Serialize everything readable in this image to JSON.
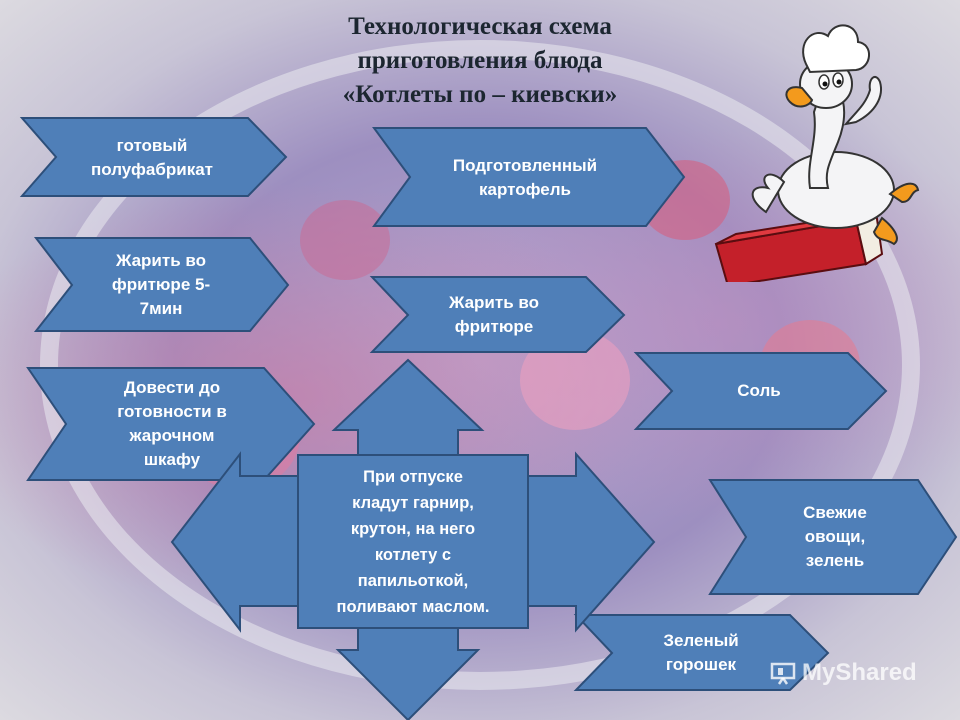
{
  "title": {
    "line1": "Технологическая схема",
    "line2": "приготовления блюда",
    "line3": "«Котлеты по – киевски»"
  },
  "colors": {
    "shape_fill": "#4f7fb8",
    "shape_stroke": "#2d4f7a",
    "text": "#ffffff",
    "title": "#1c2630"
  },
  "blocks": {
    "semi_product": "готовый\nполуфабрикат",
    "fry_deep_5_7": "Жарить во\nфритюре 5-\n7мин",
    "finish_oven": "Довести до\nготовности в\nжарочном\nшкафу",
    "prepared_potato": "Подготовленный\nкартофель",
    "fry_deep": "Жарить во\nфритюре",
    "salt": "Соль",
    "fresh_veg": "Свежие\nовощи,\nзелень",
    "green_peas": "Зеленый\nгорошек",
    "serving": "При отпуске\nкладут гарнир,\nкрутон, на него\nкотлету с\nпапильоткой,\nполивают маслом."
  },
  "watermark": {
    "text": "MyShared",
    "icon": "presentation-icon"
  },
  "mascot": {
    "icon": "chef-goose-on-book-icon"
  }
}
